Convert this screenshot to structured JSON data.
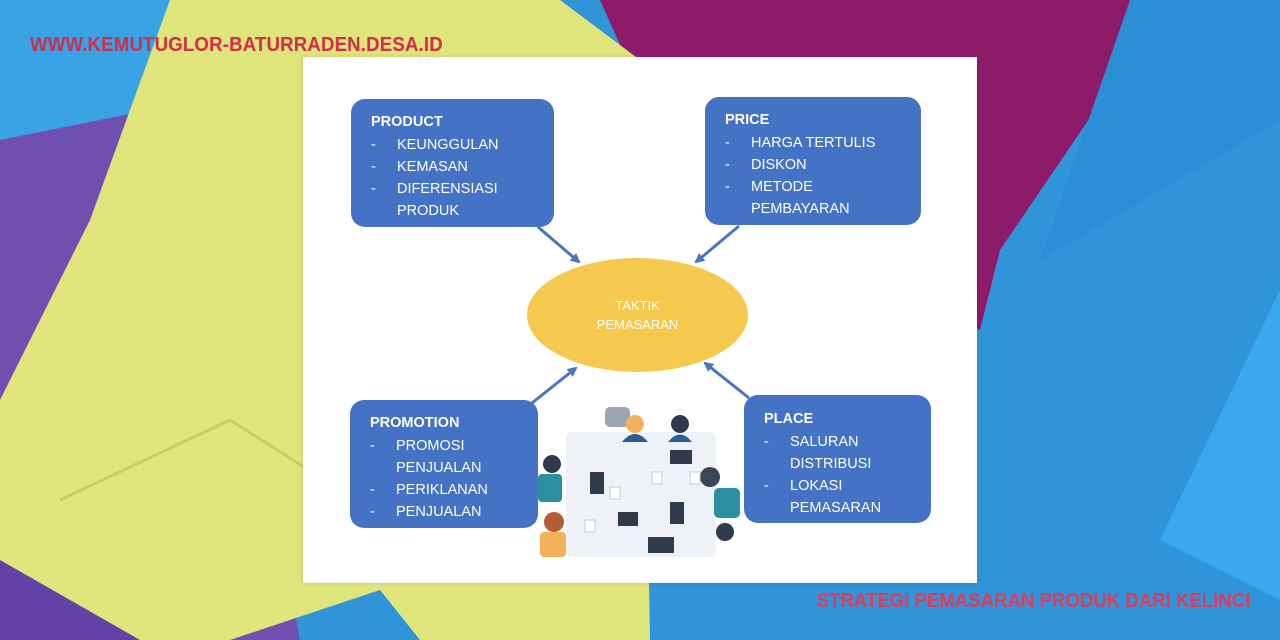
{
  "site": {
    "url": "WWW.KEMUTUGLOR-BATURRADEN.DESA.ID"
  },
  "caption": "STRATEGI PEMASARAN PRODUK DARI KELINCI",
  "diagram": {
    "center": {
      "line1": "TAKTIK",
      "line2": "PEMASARAN"
    },
    "product": {
      "title": "PRODUCT",
      "items": [
        "KEUNGGULAN",
        "KEMASAN",
        "DIFERENSIASI PRODUK"
      ]
    },
    "price": {
      "title": "PRICE",
      "items": [
        "HARGA TERTULIS",
        "DISKON",
        "METODE PEMBAYARAN"
      ]
    },
    "promotion": {
      "title": "PROMOTION",
      "items": [
        "PROMOSI PENJUALAN",
        "PERIKLANAN",
        "PENJUALAN"
      ]
    },
    "place": {
      "title": "PLACE",
      "items": [
        "SALURAN DISTRIBUSI",
        "LOKASI PEMASARAN"
      ]
    },
    "dash": "-"
  },
  "colors": {
    "box": "#4472c4",
    "ellipse": "#f5c84e",
    "url_text": "#d32f4c",
    "caption_text": "#e23a58",
    "bg_yellow": "#dfe57a",
    "bg_purple": "#6f4fb0",
    "bg_magenta": "#8e1a6a",
    "bg_blue": "#2f95d8"
  },
  "icons": {
    "illustration": "meeting-table-people-illustration"
  }
}
